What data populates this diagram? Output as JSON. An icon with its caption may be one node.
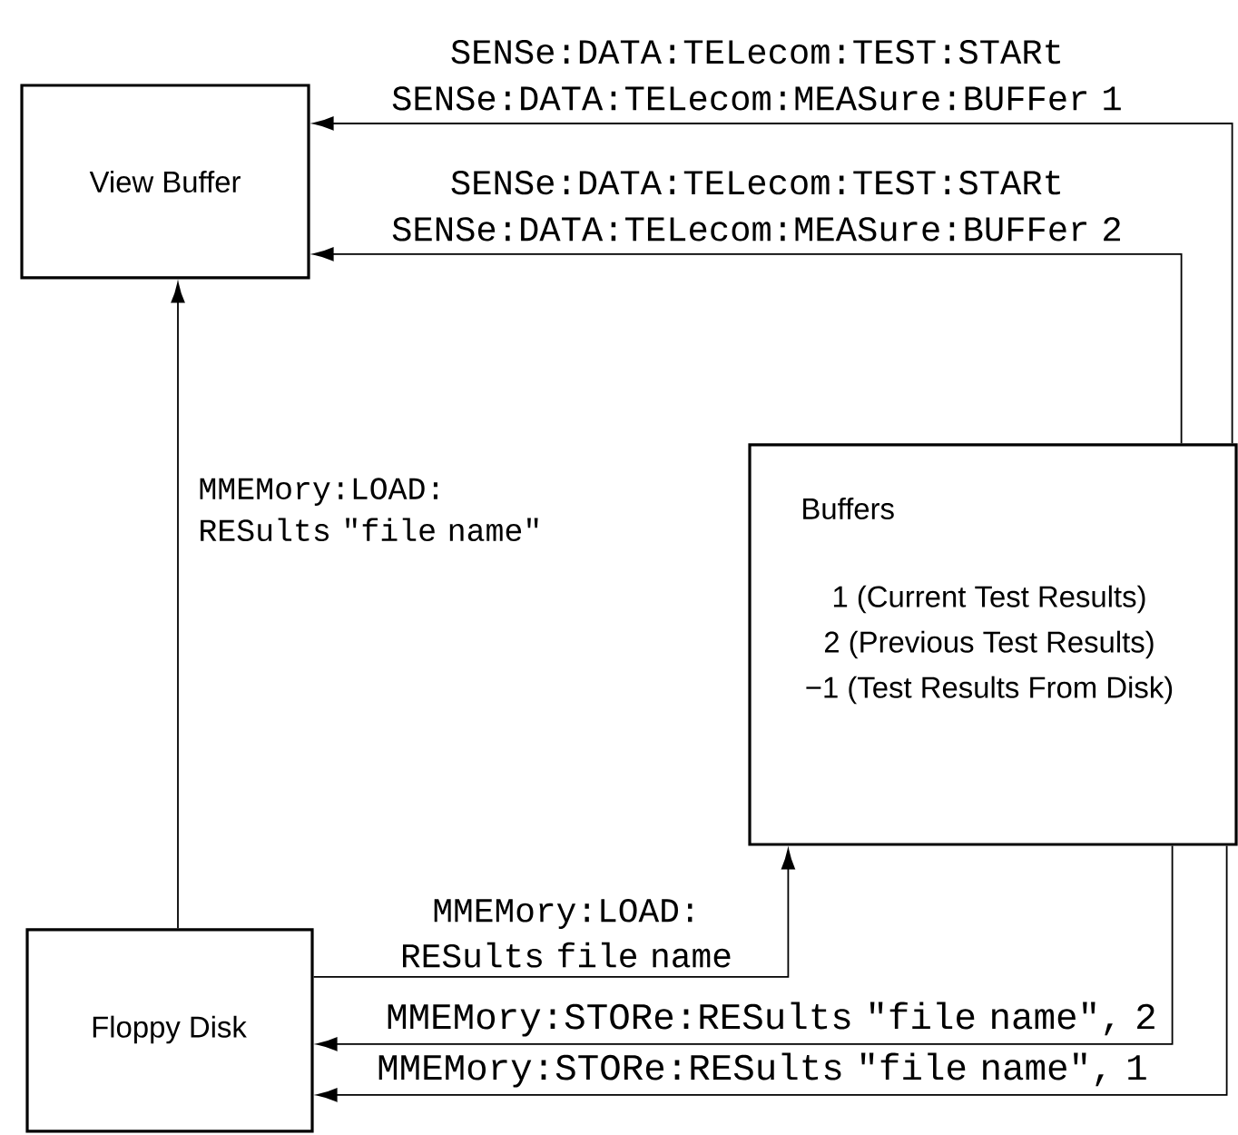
{
  "diagram": {
    "nodes": [
      {
        "text": [
          "View Buffer"
        ]
      },
      {
        "text": [
          "Buffers",
          "1 (Current Test Results)",
          "2 (Previous Test Results)",
          "−1 (Test Results From Disk)"
        ]
      },
      {
        "text": [
          "Floppy Disk"
        ]
      }
    ],
    "edges": [
      {
        "from": 1,
        "to": 0,
        "arrow": "to",
        "label": "SENSe:DATA:TELecom:TEST:STARt SENSe:DATA:TELecom:MEASure:BUFFer 1"
      },
      {
        "from": 1,
        "to": 0,
        "arrow": "to",
        "label": "SENSe:DATA:TELecom:TEST:STARt SENSe:DATA:TELecom:MEASure:BUFFer 2"
      },
      {
        "from": 2,
        "to": 0,
        "arrow": "to",
        "label": "MMEMory:LOAD: RESults \"file name\""
      },
      {
        "from": 2,
        "to": 1,
        "arrow": "to",
        "label": "MMEMory:LOAD: RESults file name"
      },
      {
        "from": 1,
        "to": 2,
        "arrow": "to",
        "label": "MMEMory:STORe:RESults \"file name\", 2"
      },
      {
        "from": 1,
        "to": 2,
        "arrow": "to",
        "label": "MMEMory:STORe:RESults \"file name\", 1"
      }
    ]
  }
}
